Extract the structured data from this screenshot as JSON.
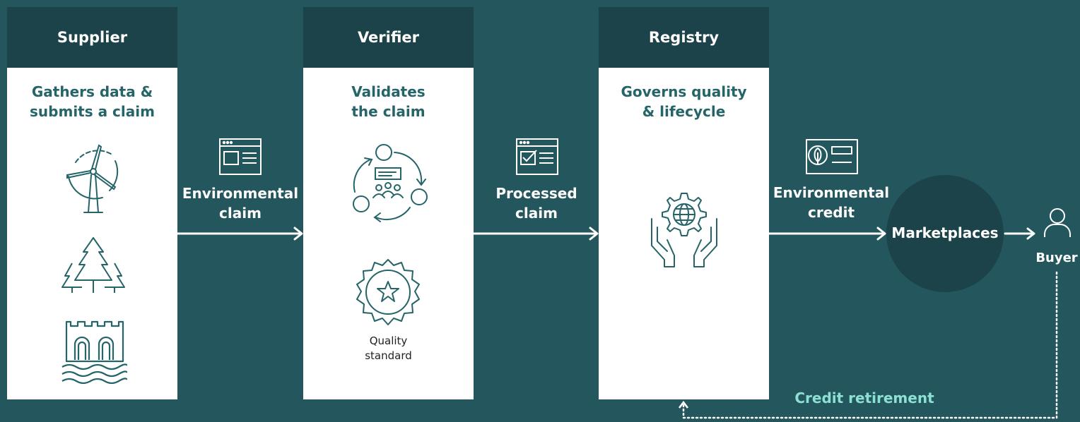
{
  "columns": [
    {
      "header": "Supplier",
      "title": "Gathers data &\nsubmits a claim"
    },
    {
      "header": "Verifier",
      "title": "Validates\nthe claim"
    },
    {
      "header": "Registry",
      "title": "Governs quality\n& lifecycle"
    }
  ],
  "flows": {
    "environmental_claim": "Environmental\nclaim",
    "processed_claim": "Processed\nclaim",
    "environmental_credit": "Environmental\ncredit"
  },
  "quality_standard": "Quality\nstandard",
  "marketplaces": "Marketplaces",
  "buyer": "Buyer",
  "credit_retirement": "Credit retirement",
  "icons": [
    "wind-turbine-icon",
    "trees-icon",
    "dam-icon",
    "document-icon",
    "collaboration-cycle-icon",
    "quality-badge-icon",
    "checklist-document-icon",
    "hands-globe-gear-icon",
    "leaf-card-icon",
    "user-icon"
  ],
  "colors": {
    "background": "#23575d",
    "header": "#1c4349",
    "accent_text": "#256468",
    "retirement_text": "#8ee0d4"
  }
}
